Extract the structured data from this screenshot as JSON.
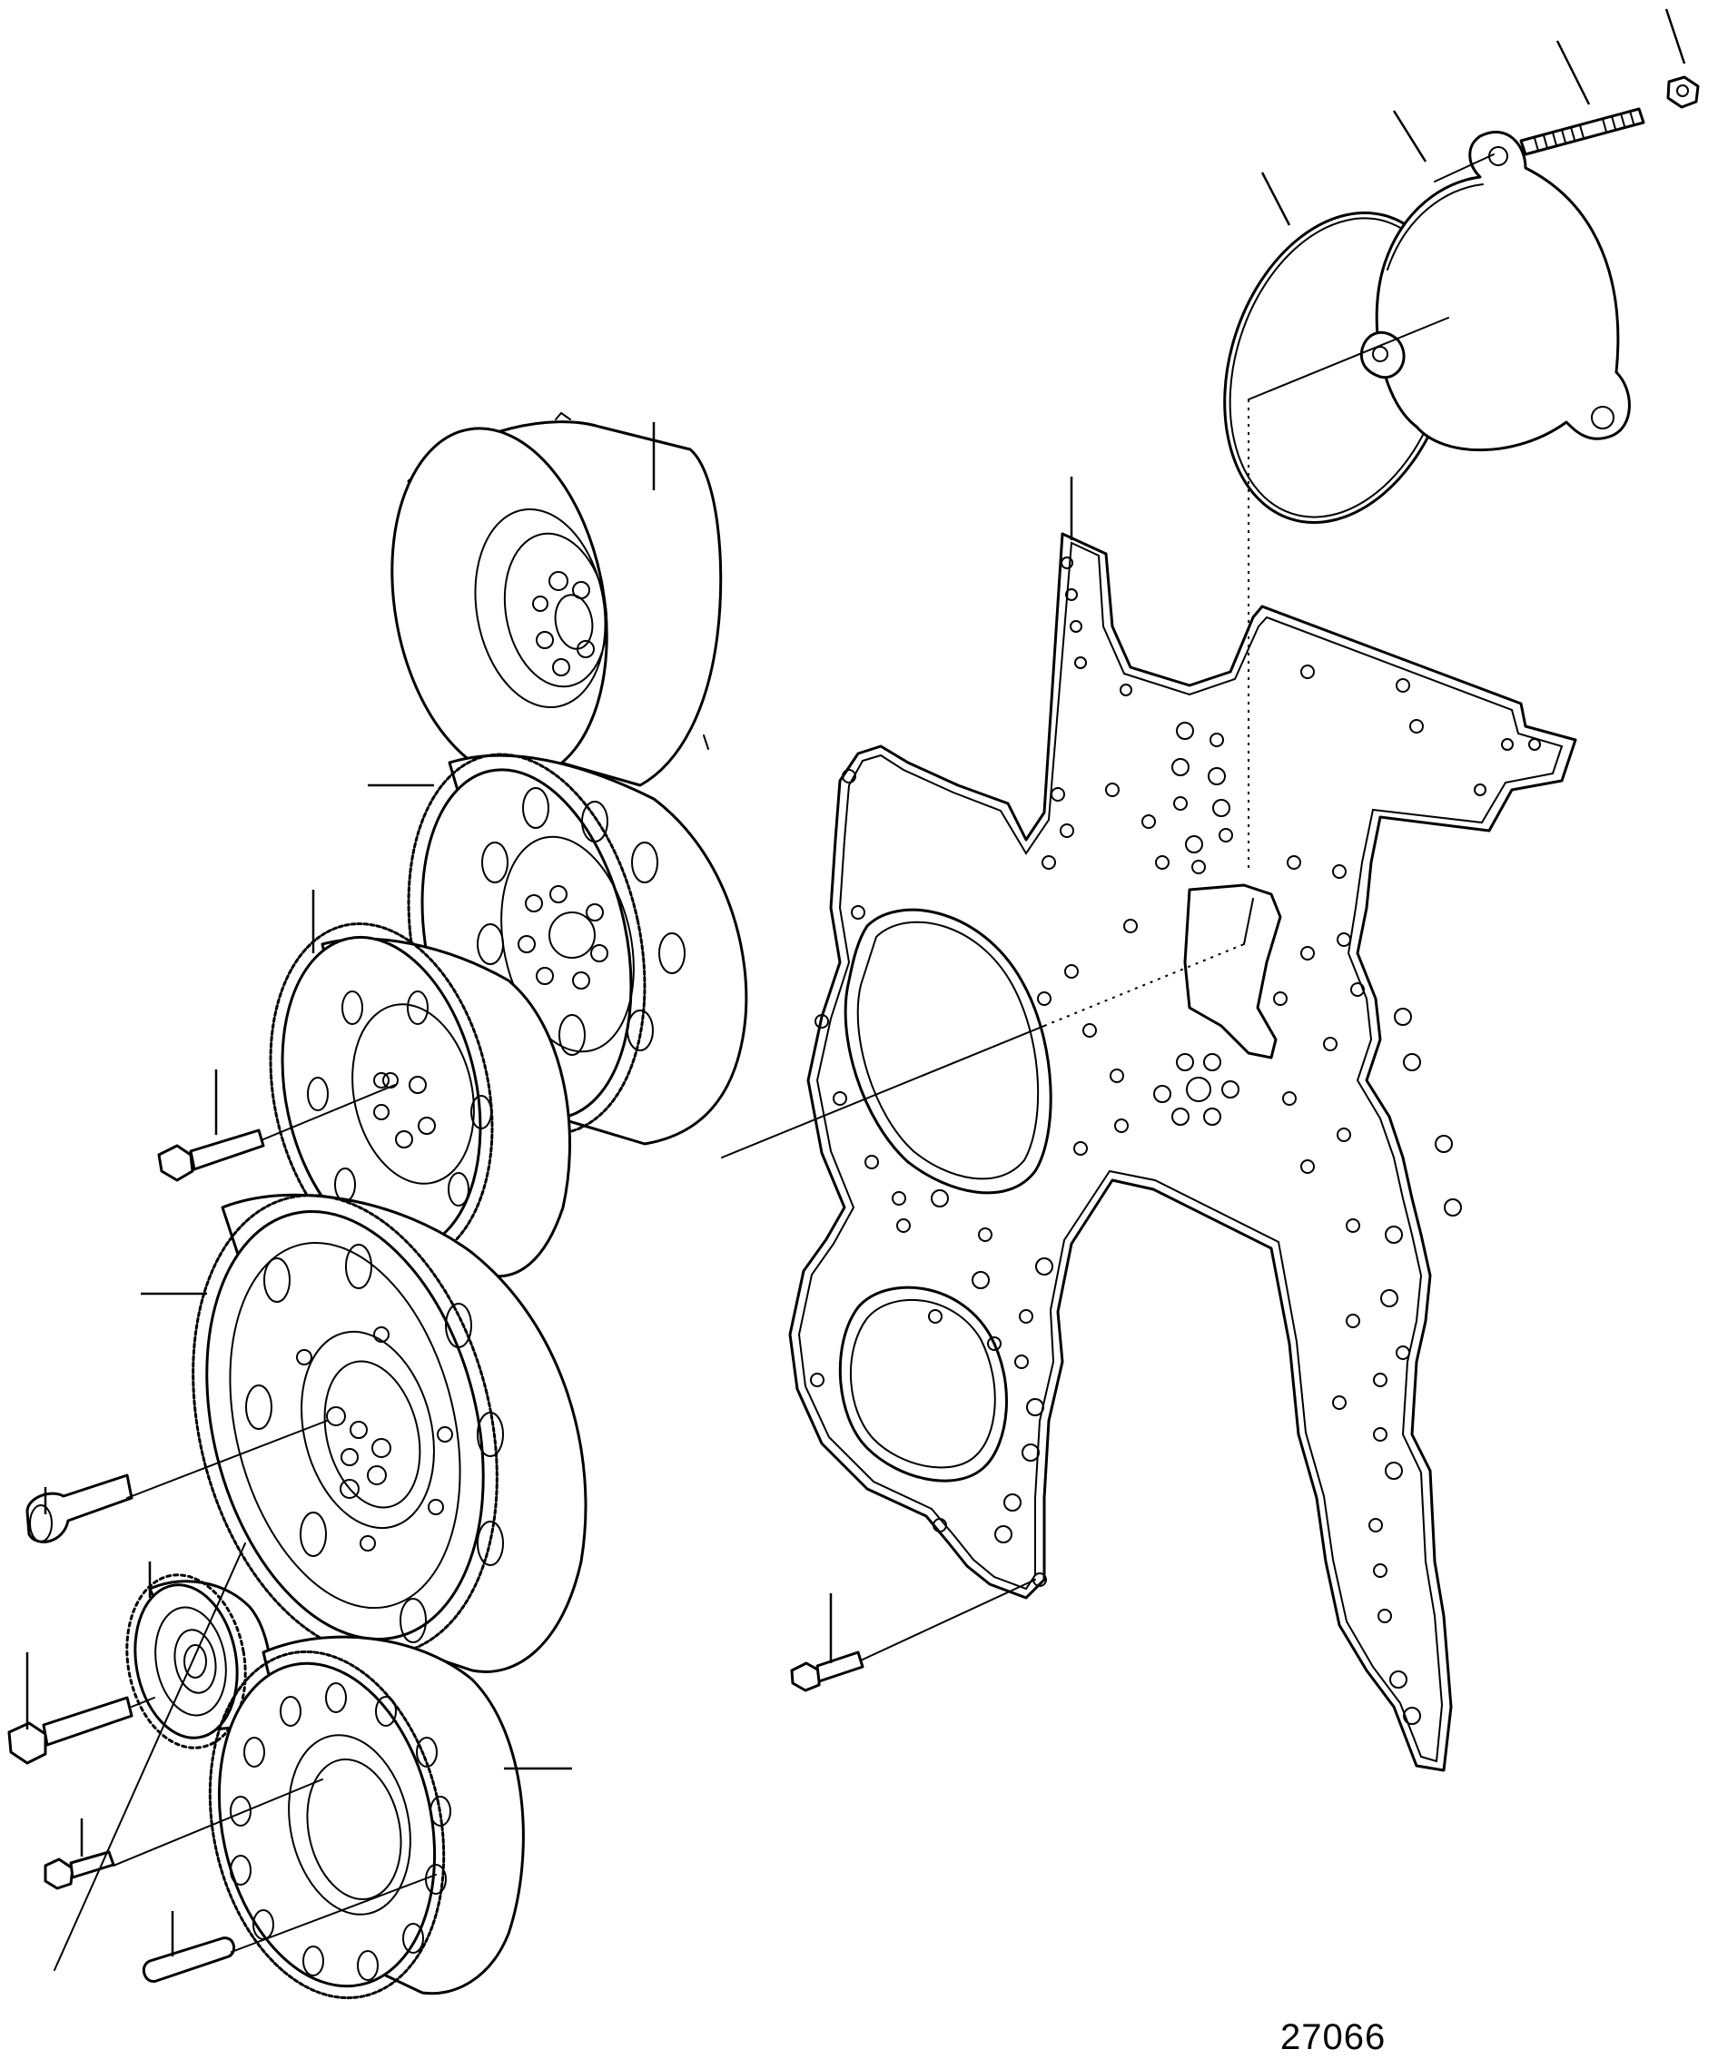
{
  "figure": {
    "number": "27066"
  },
  "colors": {
    "ink": "#000000",
    "paper": "#ffffff"
  },
  "components": [
    "front-plate-gasket",
    "o-ring",
    "cover-plate",
    "stud-bolt",
    "nut",
    "flywheel-damper",
    "crank-gear",
    "idler-gear-small",
    "idler-gear-large",
    "camshaft-gear",
    "accessory-gear",
    "bearing-gear",
    "bolts",
    "dowel-pin"
  ]
}
